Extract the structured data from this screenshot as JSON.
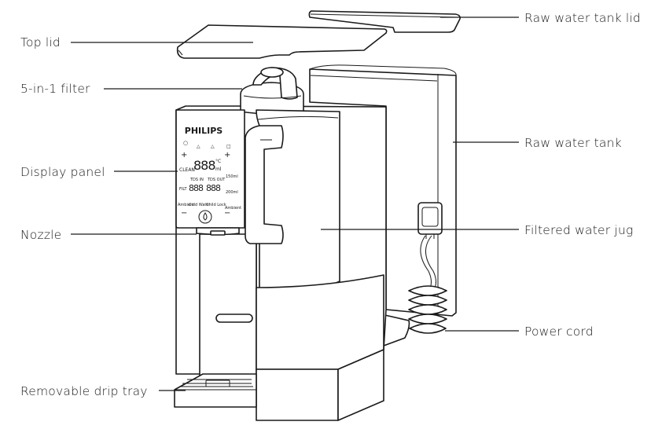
{
  "labels": {
    "top_lid": "Top lid",
    "filter": "5-in-1 filter",
    "display_panel": "Display panel",
    "nozzle": "Nozzle",
    "drip_tray": "Removable drip tray",
    "raw_water_tank_lid": "Raw water tank lid",
    "raw_water_tank": "Raw water tank",
    "filtered_water_jug": "Filtered water jug",
    "power_cord": "Power cord"
  },
  "panel": {
    "brand": "PHILIPS",
    "temp_unit": "°C",
    "volume_unit": "ml",
    "left_col": [
      "CLEAN",
      "FILT",
      "Ambient"
    ],
    "mid_labels": [
      "TDS IN",
      "TDS OUT"
    ],
    "right_col": [
      "150ml",
      "200ml",
      "Ambient"
    ],
    "bottom_labels": [
      "Cold Water",
      "Child Lock"
    ]
  },
  "colors": {
    "line": "#1a1a1a",
    "background": "#ffffff"
  }
}
